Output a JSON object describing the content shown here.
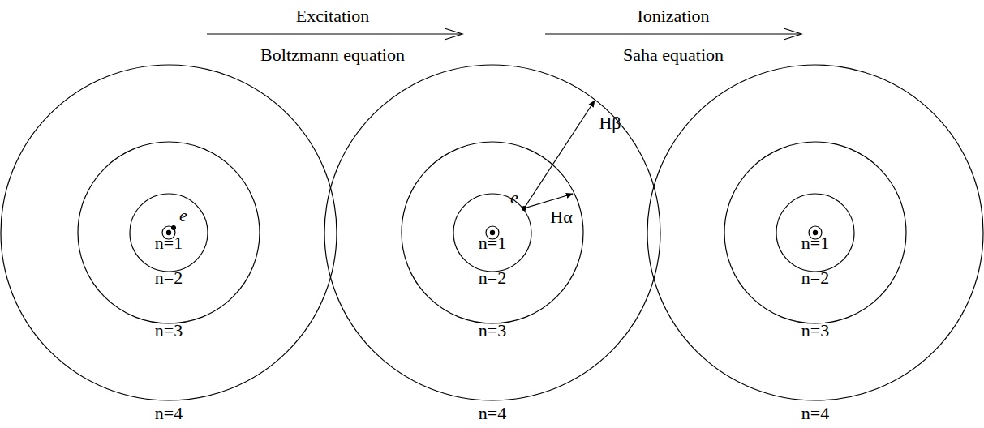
{
  "diagram": {
    "labels": [
      "Excitation",
      "Boltzmann equation",
      "Ionization",
      "Saha equation",
      "e",
      "n=1",
      "n=2",
      "n=3",
      "n=4",
      "e",
      "Hβ",
      "Hα",
      "n=1",
      "n=2",
      "n=3",
      "n=4",
      "n=1",
      "n=2",
      "n=3",
      "n=4"
    ]
  }
}
